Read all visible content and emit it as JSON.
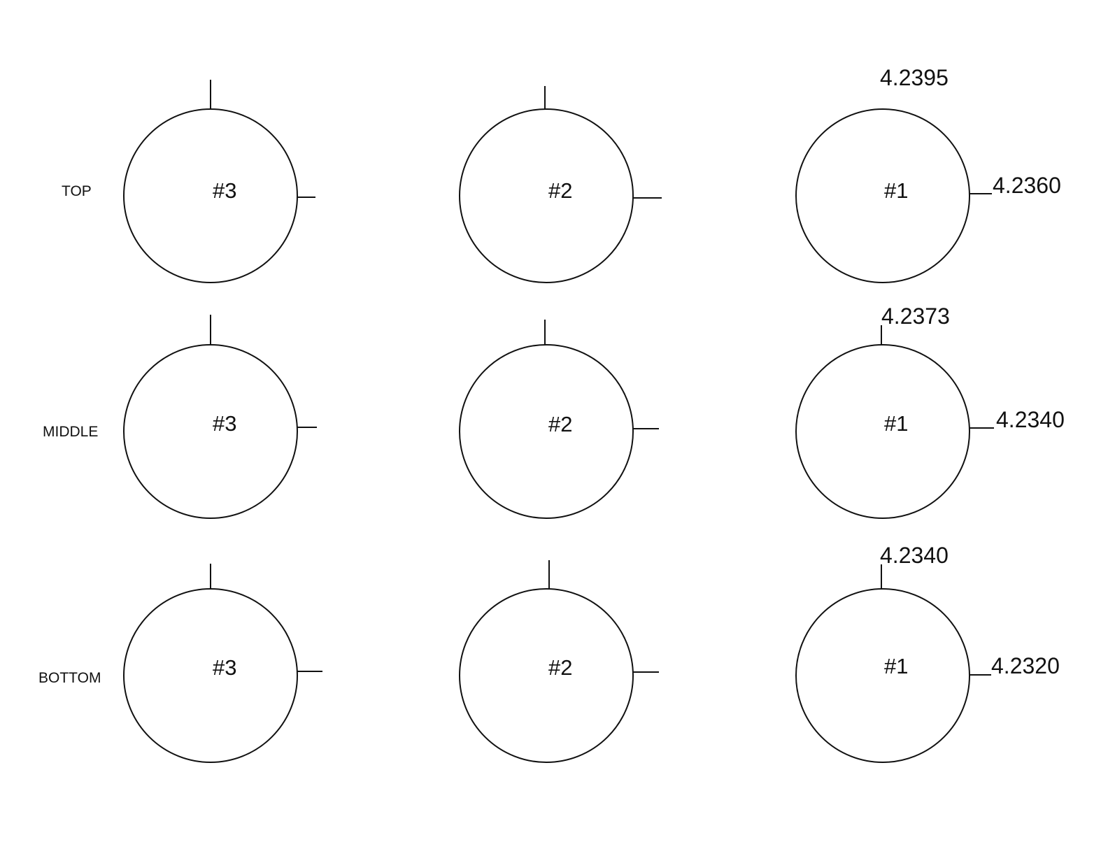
{
  "rows": [
    {
      "label": "TOP",
      "circles": [
        {
          "label": "#3"
        },
        {
          "label": "#2"
        },
        {
          "label": "#1",
          "top_value": "4.2395",
          "side_value": "4.2360"
        }
      ]
    },
    {
      "label": "MIDDLE",
      "circles": [
        {
          "label": "#3"
        },
        {
          "label": "#2"
        },
        {
          "label": "#1",
          "top_value": "4.2373",
          "side_value": "4.2340"
        }
      ]
    },
    {
      "label": "BOTTOM",
      "circles": [
        {
          "label": "#3"
        },
        {
          "label": "#2"
        },
        {
          "label": "#1",
          "top_value": "4.2340",
          "side_value": "4.2320"
        }
      ]
    }
  ],
  "colors": {
    "stroke": "#111111",
    "background": "#ffffff"
  }
}
